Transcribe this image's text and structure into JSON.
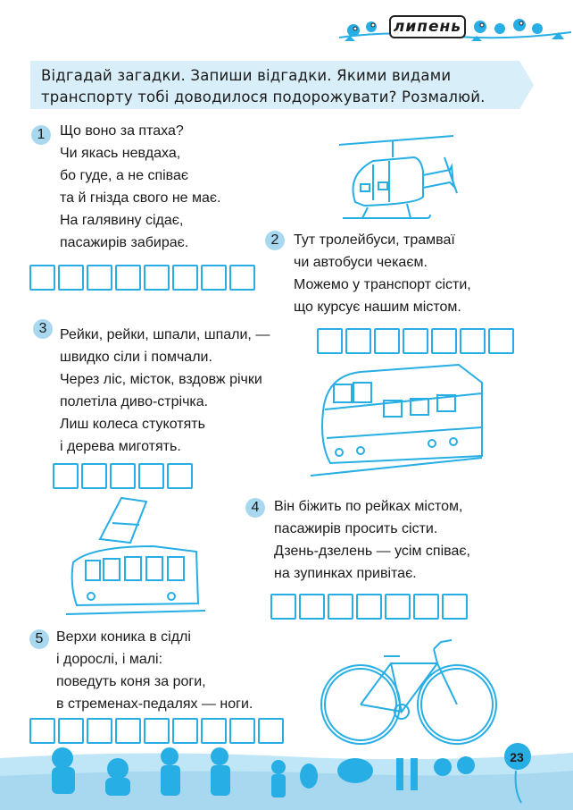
{
  "header": {
    "month": "липень"
  },
  "task": {
    "instruction": "Відгадай загадки. Запиши відгадки. Якими видами транспорту тобі доводилося подорожувати? Розмалюй."
  },
  "riddles": [
    {
      "number": "1",
      "text": "Що воно за птаха?\nЧи якась невдаха,\nбо гуде, а не співає\nта й гнізда свого не має.\nНа галявину сідає,\nпасажирів забирає.",
      "boxes": 8
    },
    {
      "number": "2",
      "text": "Тут тролейбуси, трамваї\nчи автобуси чекаєм.\nМожемо у транспорт сісти,\nщо курсує нашим містом.",
      "boxes": 7
    },
    {
      "number": "3",
      "text": "Рейки, рейки, шпали, шпали, —\nшвидко сіли і помчали.\nЧерез ліс, місток, вздовж річки\nполетіла диво-стрічка.\nЛиш колеса стукотять\nі дерева миготять.",
      "boxes": 5
    },
    {
      "number": "4",
      "text": "Він біжить по рейках містом,\nпасажирів просить сісти.\nДзень-дзелень — усім співає,\nна зупинках  привітає.",
      "boxes": 7
    },
    {
      "number": "5",
      "text": "Верхи коника в сідлі\nі дорослі, і малі:\nповедуть коня за роги,\nв стременах-педалях — ноги.",
      "boxes": 9
    }
  ],
  "footer": {
    "page_number": "23"
  },
  "colors": {
    "accent": "#27aee5",
    "number_badge": "#a8d8f0",
    "banner": "#d8eef9"
  },
  "illustrations": [
    "helicopter-icon",
    "train-icon",
    "tram-icon",
    "bicycle-icon",
    "birds-icon",
    "children-animals-icon"
  ]
}
